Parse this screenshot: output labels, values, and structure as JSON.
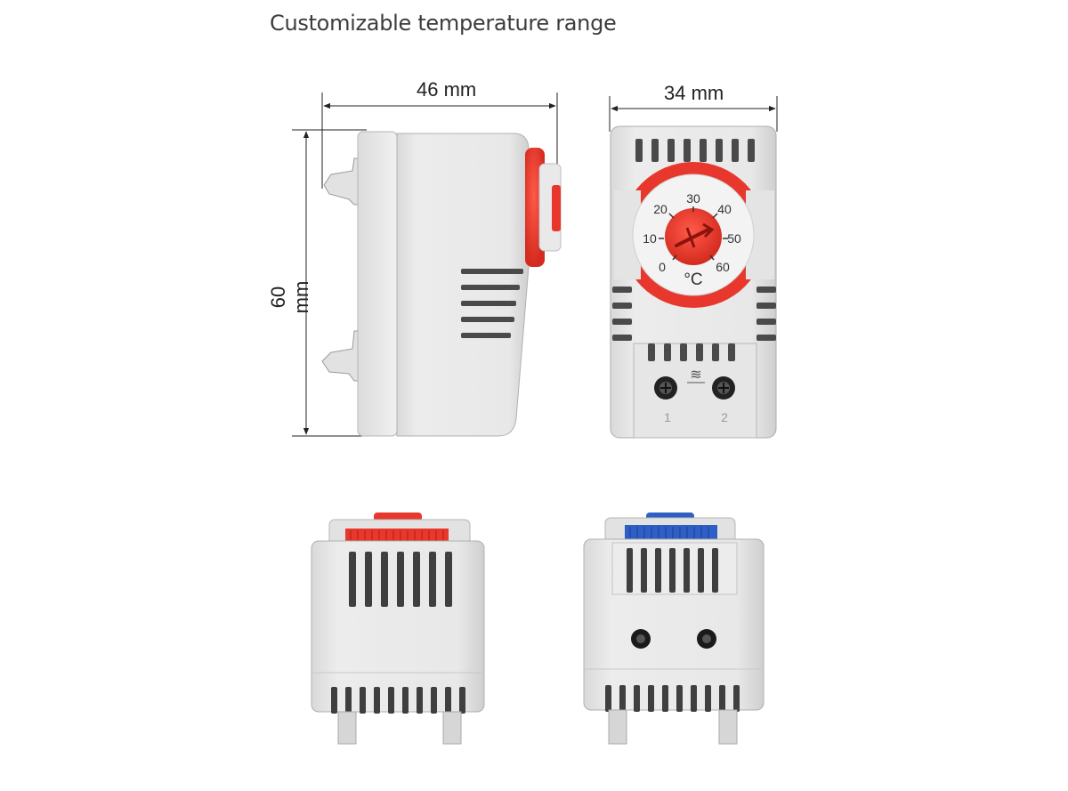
{
  "heading": "Customizable temperature range",
  "dimensions": {
    "side_width": "46 mm",
    "front_width": "34 mm",
    "height": "60 mm"
  },
  "dial": {
    "ticks": [
      "0",
      "10",
      "20",
      "30",
      "40",
      "50",
      "60"
    ],
    "unit": "°C"
  },
  "terminals": [
    "1",
    "2"
  ],
  "heat_symbol": "≋",
  "colors": {
    "housing": "#e6e6e6",
    "dial_red": "#e8372c",
    "dial_blue": "#2f5fc4",
    "screw": "#1a1a1a"
  }
}
